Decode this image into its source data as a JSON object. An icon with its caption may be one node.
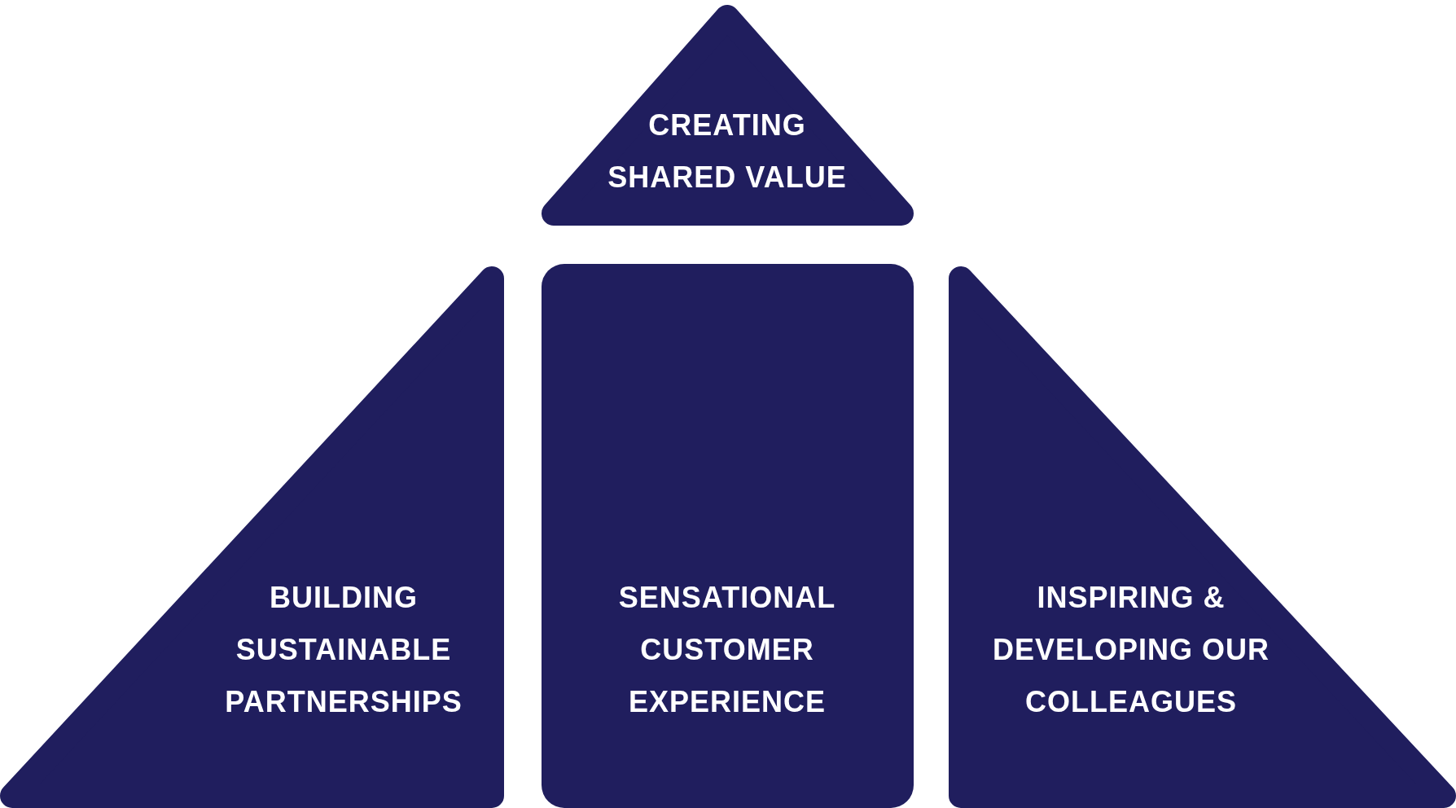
{
  "diagram": {
    "nodes": [
      {
        "text": [
          "CREATING SHARED VALUE"
        ]
      },
      {
        "text": [
          "BUILDING SUSTAINABLE PARTNERSHIPS"
        ]
      },
      {
        "text": [
          "SENSATIONAL CUSTOMER EXPERIENCE"
        ]
      },
      {
        "text": [
          "INSPIRING & DEVELOPING OUR COLLEAGUES"
        ]
      }
    ]
  }
}
